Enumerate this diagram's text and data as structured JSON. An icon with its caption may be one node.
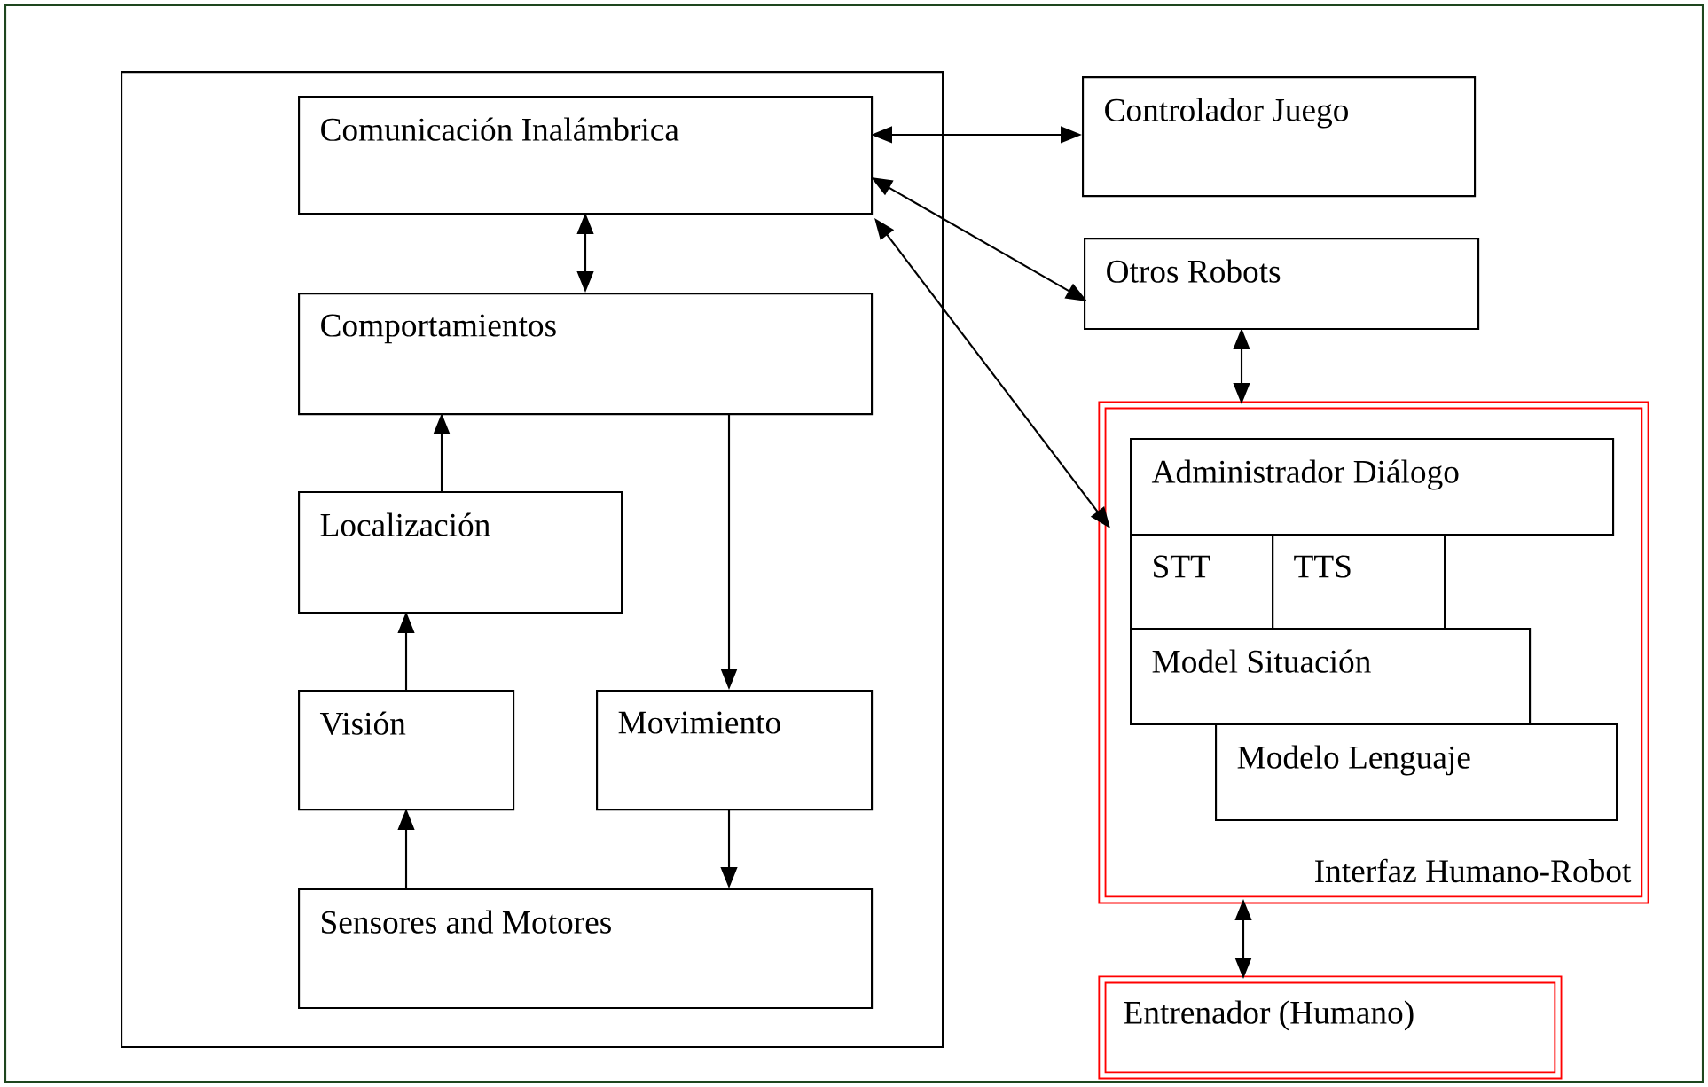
{
  "diagram": {
    "nodes": [
      {
        "text": [],
        "shape": "box"
      },
      {
        "text": [
          "Comunicación Inalámbrica"
        ],
        "in": 0
      },
      {
        "text": [
          "Comportamientos"
        ],
        "in": 0
      },
      {
        "text": [
          "Localización"
        ],
        "in": 0
      },
      {
        "text": [
          "Visión"
        ],
        "in": 0
      },
      {
        "text": [
          "Movimiento"
        ],
        "in": 0
      },
      {
        "text": [
          "Sensores and Motores"
        ],
        "in": 0
      },
      {
        "text": [
          "Controlador Juego"
        ]
      },
      {
        "text": [
          "Otros Robots"
        ]
      },
      {
        "text": [
          "Interfaz Humano-Robot"
        ]
      },
      {
        "text": [
          "Administrador Diálogo"
        ],
        "in": 9
      },
      {
        "text": [
          "STT"
        ],
        "in": 9
      },
      {
        "text": [
          "TTS"
        ],
        "in": 9
      },
      {
        "text": [
          "Model Situación"
        ],
        "in": 9
      },
      {
        "text": [
          "Modelo Lenguaje"
        ],
        "in": 9
      },
      {
        "text": [
          "Entrenador (Humano)"
        ]
      }
    ],
    "edges": [
      {
        "from": 1,
        "to": 7,
        "arrow": "both"
      },
      {
        "from": 1,
        "to": 8,
        "arrow": "both"
      },
      {
        "from": 1,
        "to": 9,
        "arrow": "both"
      },
      {
        "from": 1,
        "to": 2,
        "arrow": "both"
      },
      {
        "from": 3,
        "to": 2,
        "arrow": "to"
      },
      {
        "from": 2,
        "to": 5,
        "arrow": "to"
      },
      {
        "from": 4,
        "to": 3,
        "arrow": "to"
      },
      {
        "from": 6,
        "to": 4,
        "arrow": "to"
      },
      {
        "from": 5,
        "to": 6,
        "arrow": "to"
      },
      {
        "from": 8,
        "to": 9,
        "arrow": "both"
      },
      {
        "from": 9,
        "to": 15,
        "arrow": "both"
      }
    ]
  }
}
